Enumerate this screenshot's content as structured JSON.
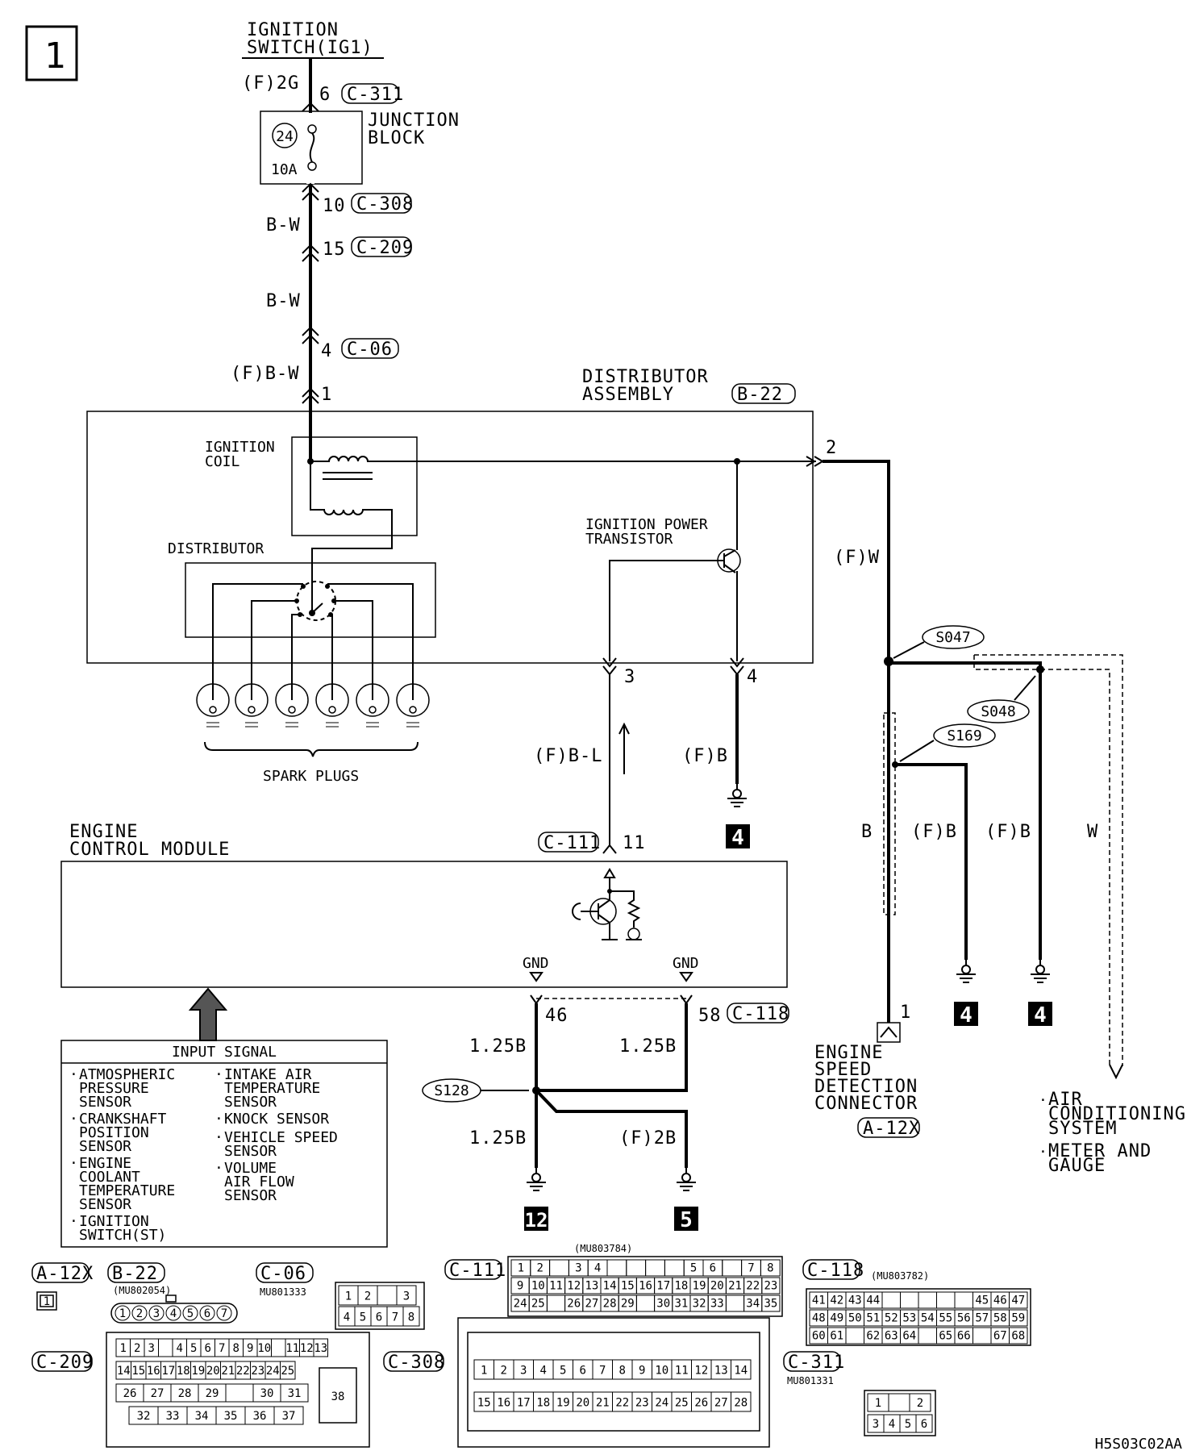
{
  "page_number": "1",
  "ignition_switch": {
    "line1": "IGNITION",
    "line2": "SWITCH(IG1)"
  },
  "labels": {
    "f2g": "(F)2G",
    "pin6": "6",
    "c311": "C-311",
    "junction_block_1": "JUNCTION",
    "junction_block_2": "BLOCK",
    "fuse_no": "24",
    "fuse_rating": "10A",
    "pin10": "10",
    "c308": "C-308",
    "bw1": "B-W",
    "pin15": "15",
    "c209": "C-209",
    "bw2": "B-W",
    "pin4": "4",
    "c06": "C-06",
    "fbw": "(F)B-W",
    "pin1": "1",
    "dist_asm_1": "DISTRIBUTOR",
    "dist_asm_2": "ASSEMBLY",
    "b22": "B-22",
    "ign_coil_1": "IGNITION",
    "ign_coil_2": "COIL",
    "distributor": "DISTRIBUTOR",
    "ipt_1": "IGNITION POWER",
    "ipt_2": "TRANSISTOR",
    "pin2": "2",
    "fw": "(F)W",
    "pin3": "3",
    "pin4b": "4",
    "spark_plugs": "SPARK PLUGS",
    "fbl": "(F)B-L",
    "fb1": "(F)B",
    "ground4a": "4",
    "ecm_1": "ENGINE",
    "ecm_2": "CONTROL MODULE",
    "c111": "C-111",
    "pin11": "11",
    "gnd1": "GND",
    "gnd2": "GND",
    "pin46": "46",
    "pin58": "58",
    "c118": "C-118",
    "w125b_1": "1.25B",
    "w125b_2": "1.25B",
    "w125b_3": "1.25B",
    "f2b": "(F)2B",
    "s128": "S128",
    "ground12": "12",
    "ground5": "5",
    "s047": "S047",
    "s048": "S048",
    "s169": "S169",
    "wire_b": "B",
    "wire_fb2": "(F)B",
    "wire_fb3": "(F)B",
    "wire_w": "W",
    "ground4b": "4",
    "ground4c": "4",
    "pin1b": "1",
    "esdc_1": "ENGINE",
    "esdc_2": "SPEED",
    "esdc_3": "DETECTION",
    "esdc_4": "CONNECTOR",
    "a12x": "A-12X",
    "ac_1": "AIR",
    "ac_2": "CONDITIONING",
    "ac_3": "SYSTEM",
    "mg_1": "METER AND",
    "mg_2": "GAUGE",
    "figure_code": "H5S03C02AA"
  },
  "input_signal": {
    "title": "INPUT SIGNAL",
    "left": [
      [
        "ATMOSPHERIC",
        "PRESSURE",
        "SENSOR"
      ],
      [
        "CRANKSHAFT",
        "POSITION",
        "SENSOR"
      ],
      [
        "ENGINE",
        "COOLANT",
        "TEMPERATURE",
        "SENSOR"
      ],
      [
        "IGNITION",
        "SWITCH(ST)"
      ]
    ],
    "right": [
      [
        "INTAKE AIR",
        "TEMPERATURE",
        "SENSOR"
      ],
      [
        "KNOCK SENSOR"
      ],
      [
        "VEHICLE SPEED",
        "SENSOR"
      ],
      [
        "VOLUME",
        "AIR FLOW",
        "SENSOR"
      ]
    ]
  },
  "connectors": {
    "a12x": "A-12X",
    "a12x_pin": "1",
    "b22": "B-22",
    "b22_part": "(MU802054)",
    "b22_pins": [
      "1",
      "2",
      "3",
      "4",
      "5",
      "6",
      "7"
    ],
    "c06": "C-06",
    "c06_part": "MU801333",
    "c06_row1": [
      "1",
      "2",
      "",
      "3"
    ],
    "c06_row2": [
      "4",
      "5",
      "6",
      "7",
      "8"
    ],
    "c111": "C-111",
    "c111_part": "(MU803784)",
    "c111_row1": [
      "1",
      "2",
      "",
      "3",
      "4",
      "",
      "",
      "",
      "",
      "5",
      "6",
      "",
      "7",
      "8"
    ],
    "c111_row2": [
      "9",
      "10",
      "11",
      "12",
      "13",
      "14",
      "15",
      "16",
      "17",
      "18",
      "19",
      "20",
      "21",
      "22",
      "23"
    ],
    "c111_row3": [
      "24",
      "25",
      "",
      "26",
      "27",
      "28",
      "29",
      "",
      "30",
      "31",
      "32",
      "33",
      "",
      "34",
      "35"
    ],
    "c118": "C-118",
    "c118_part": "(MU803782)",
    "c118_row1": [
      "41",
      "42",
      "43",
      "44",
      "",
      "",
      "",
      "",
      "",
      "45",
      "46",
      "47"
    ],
    "c118_row2": [
      "48",
      "49",
      "50",
      "51",
      "52",
      "53",
      "54",
      "55",
      "56",
      "57",
      "58",
      "59"
    ],
    "c118_row3": [
      "60",
      "61",
      "",
      "62",
      "63",
      "64",
      "",
      "65",
      "66",
      "",
      "67",
      "68"
    ],
    "c209": "C-209",
    "c209_row1": [
      "1",
      "2",
      "3",
      "",
      "4",
      "5",
      "6",
      "7",
      "8",
      "9",
      "10",
      "",
      "11",
      "12",
      "13"
    ],
    "c209_row2": [
      "14",
      "15",
      "16",
      "17",
      "18",
      "19",
      "20",
      "21",
      "22",
      "23",
      "24",
      "25"
    ],
    "c209_row3": [
      "26",
      "27",
      "28",
      "29",
      "",
      "30",
      "31"
    ],
    "c209_row4": [
      "32",
      "33",
      "34",
      "35",
      "36",
      "37"
    ],
    "c209_side": "38",
    "c308": "C-308",
    "c308_row1": [
      "1",
      "2",
      "3",
      "4",
      "5",
      "6",
      "7",
      "8",
      "9",
      "10",
      "11",
      "12",
      "13",
      "14"
    ],
    "c308_row2": [
      "15",
      "16",
      "17",
      "18",
      "19",
      "20",
      "21",
      "22",
      "23",
      "24",
      "25",
      "26",
      "27",
      "28"
    ],
    "c311": "C-311",
    "c311_part": "MU801331",
    "c311_row1": [
      "1",
      "",
      "2"
    ],
    "c311_row2": [
      "3",
      "4",
      "5",
      "6"
    ]
  }
}
